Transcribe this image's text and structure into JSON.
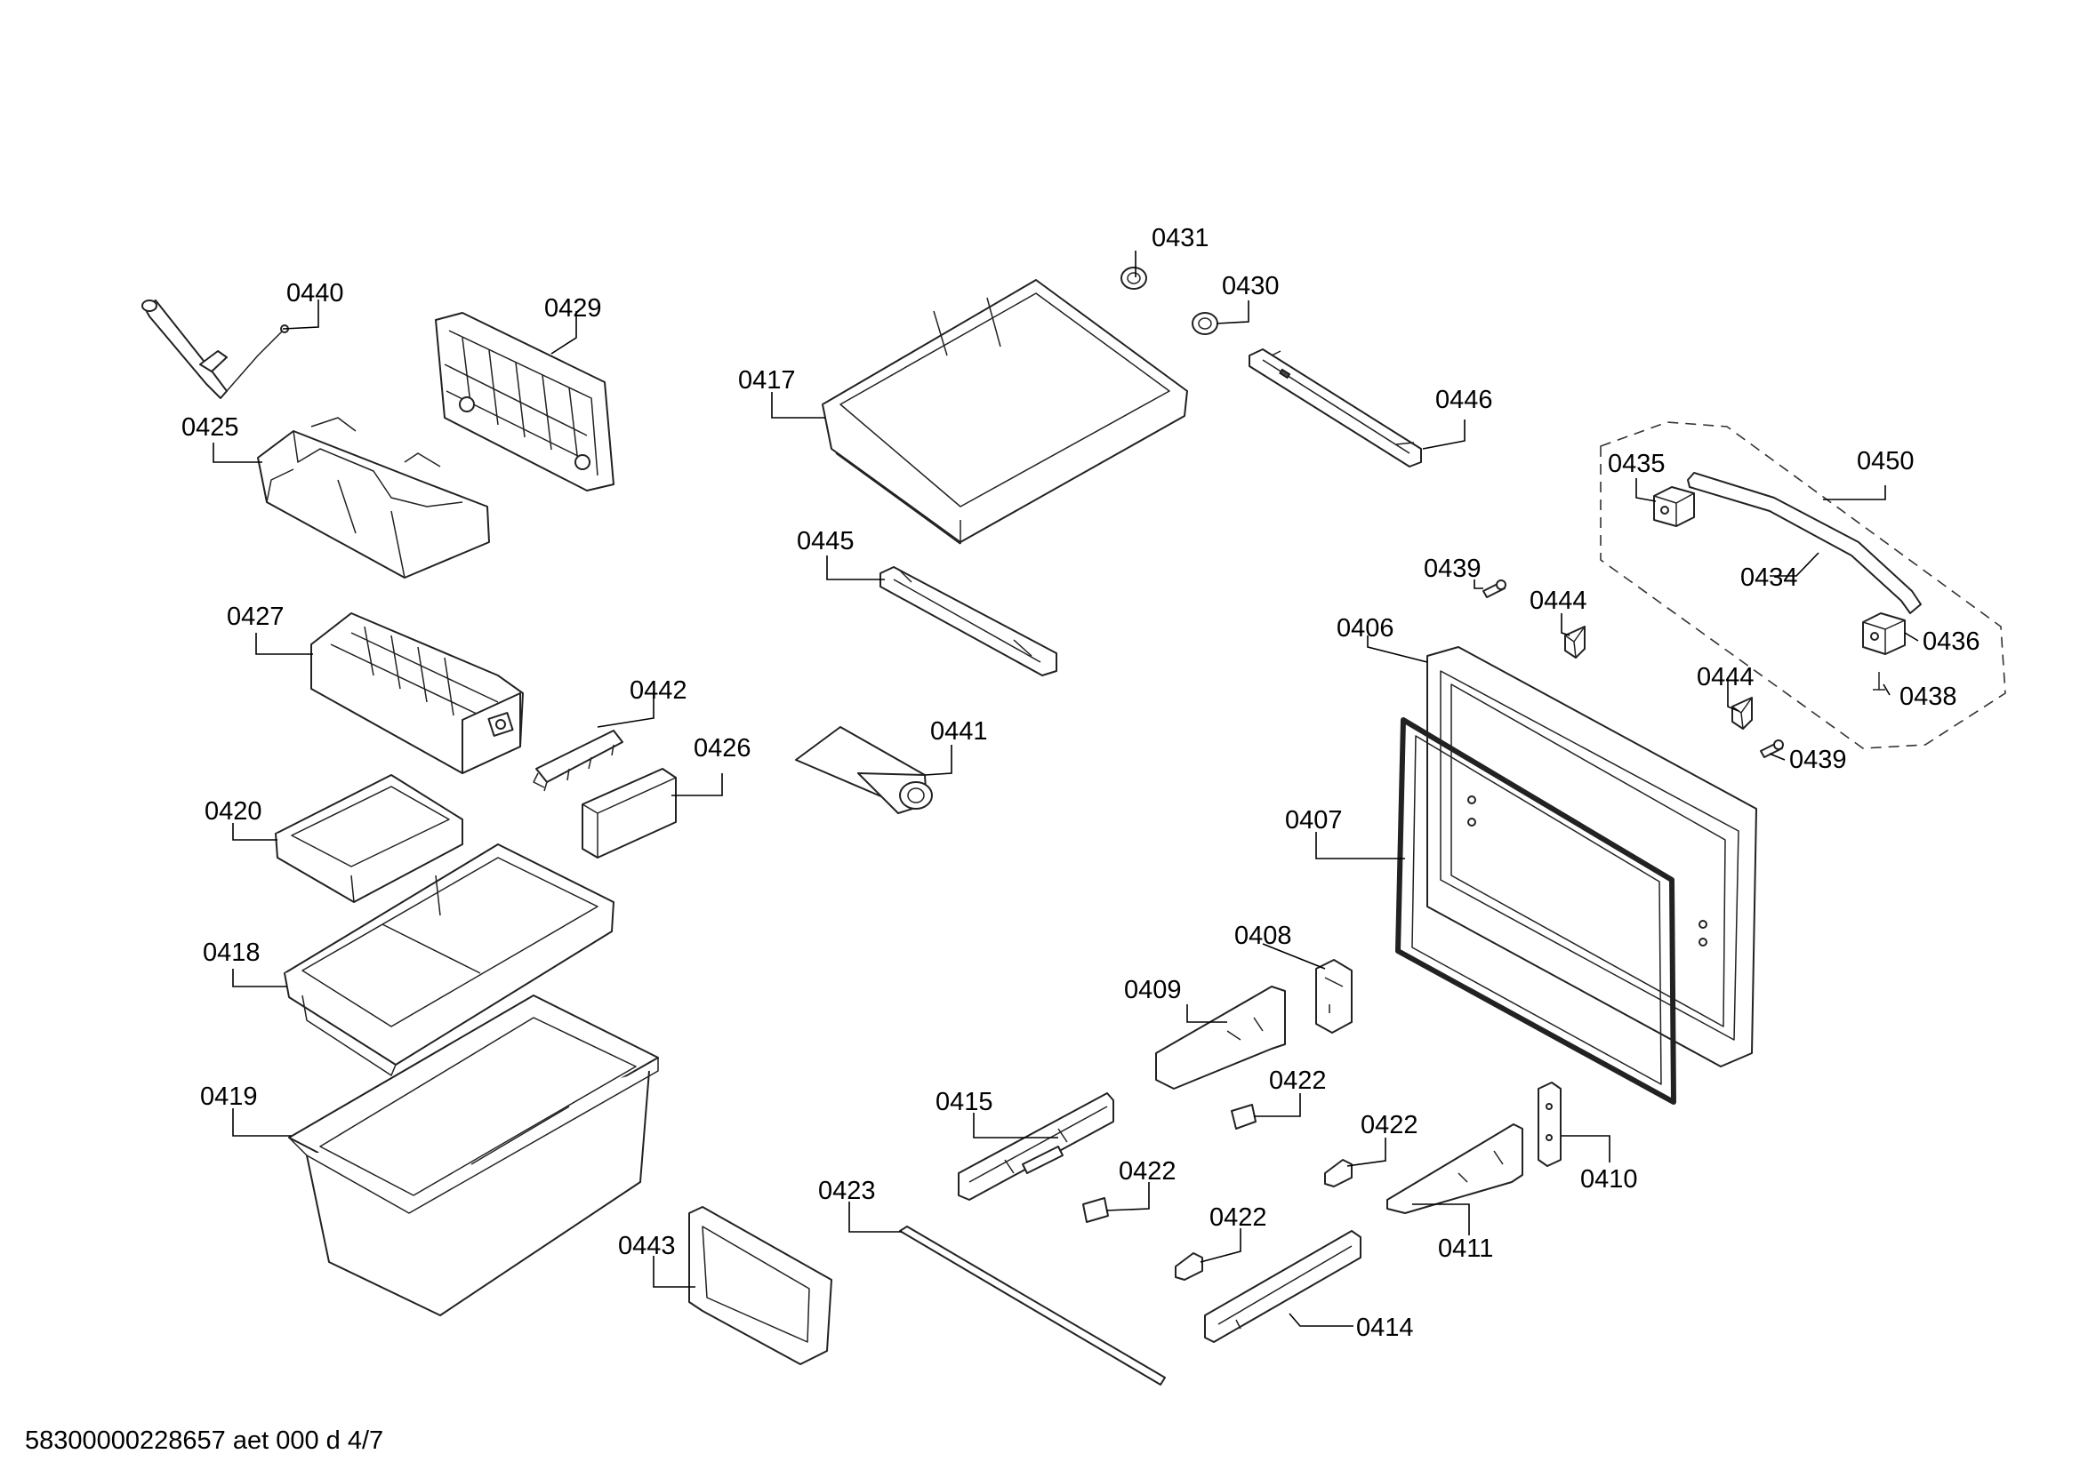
{
  "footer": {
    "doc_id": "58300000228657 aet 000 d 4/7"
  },
  "parts": [
    {
      "id": "p0440",
      "label": "0440"
    },
    {
      "id": "p0429",
      "label": "0429"
    },
    {
      "id": "p0425",
      "label": "0425"
    },
    {
      "id": "p0427",
      "label": "0427"
    },
    {
      "id": "p0442",
      "label": "0442"
    },
    {
      "id": "p0426",
      "label": "0426"
    },
    {
      "id": "p0420",
      "label": "0420"
    },
    {
      "id": "p0418",
      "label": "0418"
    },
    {
      "id": "p0419",
      "label": "0419"
    },
    {
      "id": "p0431",
      "label": "0431"
    },
    {
      "id": "p0430",
      "label": "0430"
    },
    {
      "id": "p0417",
      "label": "0417"
    },
    {
      "id": "p0446",
      "label": "0446"
    },
    {
      "id": "p0445",
      "label": "0445"
    },
    {
      "id": "p0441",
      "label": "0441"
    },
    {
      "id": "p0435",
      "label": "0435"
    },
    {
      "id": "p0450",
      "label": "0450"
    },
    {
      "id": "p0439a",
      "label": "0439"
    },
    {
      "id": "p0444a",
      "label": "0444"
    },
    {
      "id": "p0434",
      "label": "0434"
    },
    {
      "id": "p0436",
      "label": "0436"
    },
    {
      "id": "p0406",
      "label": "0406"
    },
    {
      "id": "p0438",
      "label": "0438"
    },
    {
      "id": "p0444b",
      "label": "0444"
    },
    {
      "id": "p0439b",
      "label": "0439"
    },
    {
      "id": "p0407",
      "label": "0407"
    },
    {
      "id": "p0408",
      "label": "0408"
    },
    {
      "id": "p0409",
      "label": "0409"
    },
    {
      "id": "p0422a",
      "label": "0422"
    },
    {
      "id": "p0415",
      "label": "0415"
    },
    {
      "id": "p0422b",
      "label": "0422"
    },
    {
      "id": "p0410",
      "label": "0410"
    },
    {
      "id": "p0422c",
      "label": "0422"
    },
    {
      "id": "p0423",
      "label": "0423"
    },
    {
      "id": "p0422d",
      "label": "0422"
    },
    {
      "id": "p0411",
      "label": "0411"
    },
    {
      "id": "p0443",
      "label": "0443"
    },
    {
      "id": "p0414",
      "label": "0414"
    }
  ]
}
